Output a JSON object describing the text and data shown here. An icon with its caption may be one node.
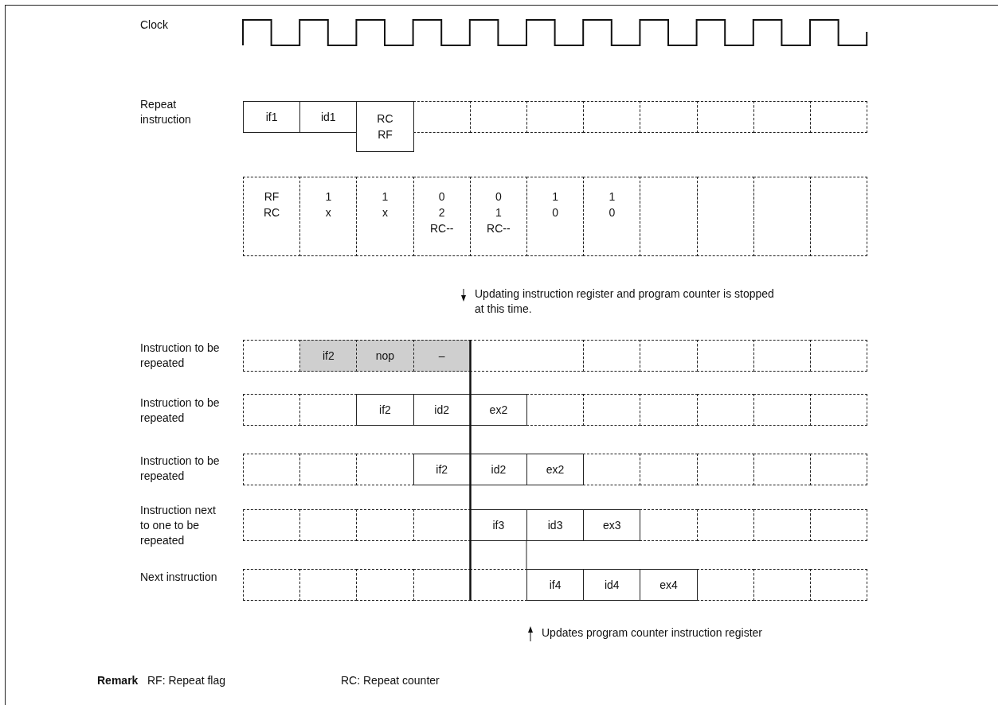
{
  "diagram": {
    "nodes": [
      {
        "text": [
          "if1"
        ]
      },
      {
        "text": [
          "id1"
        ]
      },
      {
        "text": [
          "RC",
          "RF"
        ]
      },
      {
        "text": [],
        "shape": "box"
      },
      {
        "text": [],
        "shape": "box"
      },
      {
        "text": [],
        "shape": "box"
      },
      {
        "text": [],
        "shape": "box"
      },
      {
        "text": [],
        "shape": "box"
      },
      {
        "text": [],
        "shape": "box"
      },
      {
        "text": [],
        "shape": "box"
      },
      {
        "text": [],
        "shape": "box"
      },
      {
        "text": [
          "RF",
          "RC"
        ]
      },
      {
        "text": [
          "1",
          "x"
        ]
      },
      {
        "text": [
          "1",
          "x"
        ]
      },
      {
        "text": [
          "0",
          "2",
          "RC--"
        ]
      },
      {
        "text": [
          "0",
          "1",
          "RC--"
        ]
      },
      {
        "text": [
          "1",
          "0"
        ]
      },
      {
        "text": [
          "1",
          "0"
        ]
      },
      {
        "text": [],
        "shape": "box"
      },
      {
        "text": [],
        "shape": "box"
      },
      {
        "text": [],
        "shape": "box"
      },
      {
        "text": [],
        "shape": "box"
      },
      {
        "text": [],
        "shape": "box"
      },
      {
        "text": [
          "if2"
        ]
      },
      {
        "text": [
          "nop"
        ]
      },
      {
        "text": [
          "–"
        ]
      },
      {
        "text": [],
        "shape": "box"
      },
      {
        "text": [],
        "shape": "box"
      },
      {
        "text": [],
        "shape": "box"
      },
      {
        "text": [],
        "shape": "box"
      },
      {
        "text": [],
        "shape": "box"
      },
      {
        "text": [],
        "shape": "box"
      },
      {
        "text": [],
        "shape": "box"
      },
      {
        "text": [],
        "shape": "box"
      },
      {
        "text": [
          "if2"
        ]
      },
      {
        "text": [
          "id2"
        ]
      },
      {
        "text": [
          "ex2"
        ]
      },
      {
        "text": [],
        "shape": "box"
      },
      {
        "text": [],
        "shape": "box"
      },
      {
        "text": [],
        "shape": "box"
      },
      {
        "text": [],
        "shape": "box"
      },
      {
        "text": [],
        "shape": "box"
      },
      {
        "text": [],
        "shape": "box"
      },
      {
        "text": [],
        "shape": "box"
      },
      {
        "text": [],
        "shape": "box"
      },
      {
        "text": [],
        "shape": "box"
      },
      {
        "text": [
          "if2"
        ]
      },
      {
        "text": [
          "id2"
        ]
      },
      {
        "text": [
          "ex2"
        ]
      },
      {
        "text": [],
        "shape": "box"
      },
      {
        "text": [],
        "shape": "box"
      },
      {
        "text": [],
        "shape": "box"
      },
      {
        "text": [],
        "shape": "box"
      },
      {
        "text": [],
        "shape": "box"
      },
      {
        "text": [],
        "shape": "box"
      },
      {
        "text": [],
        "shape": "box"
      },
      {
        "text": [],
        "shape": "box"
      },
      {
        "text": [],
        "shape": "box"
      },
      {
        "text": [
          "if3"
        ]
      },
      {
        "text": [
          "id3"
        ]
      },
      {
        "text": [
          "ex3"
        ]
      },
      {
        "text": [],
        "shape": "box"
      },
      {
        "text": [],
        "shape": "box"
      },
      {
        "text": [],
        "shape": "box"
      },
      {
        "text": [],
        "shape": "box"
      },
      {
        "text": [],
        "shape": "box"
      },
      {
        "text": [],
        "shape": "box"
      },
      {
        "text": [],
        "shape": "box"
      },
      {
        "text": [],
        "shape": "box"
      },
      {
        "text": [],
        "shape": "box"
      },
      {
        "text": [
          "if4"
        ]
      },
      {
        "text": [
          "id4"
        ]
      },
      {
        "text": [
          "ex4"
        ]
      },
      {
        "text": [],
        "shape": "box"
      },
      {
        "text": [],
        "shape": "box"
      },
      {
        "text": [],
        "shape": "box"
      }
    ],
    "edges": [
      {
        "from": 59,
        "to": 70,
        "arrow": "none"
      }
    ],
    "labels": [
      "Clock",
      "Repeat instruction",
      "Updating instruction register and program counter is stopped at this time.",
      "Instruction to be repeated",
      "Instruction to be repeated",
      "Instruction to be repeated",
      "Instruction next to one to be repeated",
      "Next instruction",
      "Updates program counter instruction register",
      "Remark",
      "RF: Repeat flag",
      "RC: Repeat counter"
    ]
  }
}
